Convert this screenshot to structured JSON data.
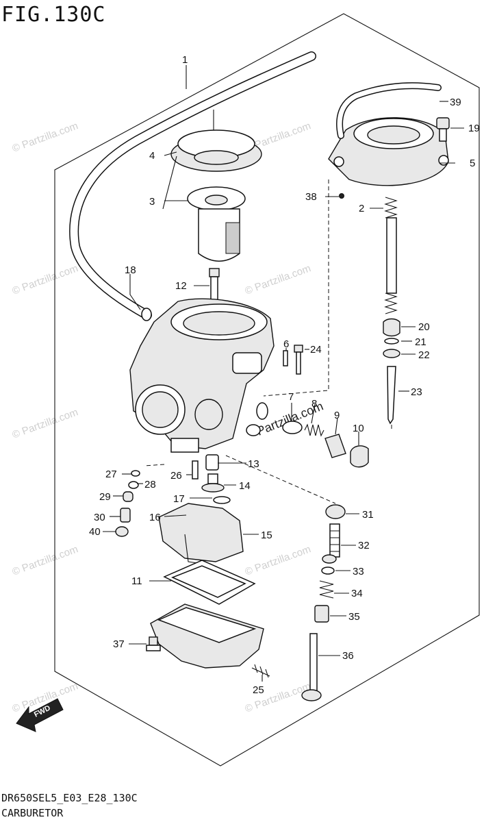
{
  "figure": {
    "title": "FIG.130C",
    "model_code": "DR650SEL5_E03_E28_130C",
    "name": "CARBURETOR"
  },
  "callouts": [
    "1",
    "2",
    "3",
    "4",
    "5",
    "6",
    "7",
    "8",
    "9",
    "10",
    "11",
    "12",
    "13",
    "14",
    "15",
    "16",
    "17",
    "18",
    "19",
    "20",
    "21",
    "22",
    "23",
    "24",
    "25",
    "26",
    "27",
    "28",
    "29",
    "30",
    "31",
    "32",
    "33",
    "34",
    "35",
    "36",
    "37",
    "38",
    "39",
    "40"
  ],
  "direction_badge": "FWD",
  "watermarks": [
    "© Partzilla.com",
    "Partzilla.com"
  ]
}
